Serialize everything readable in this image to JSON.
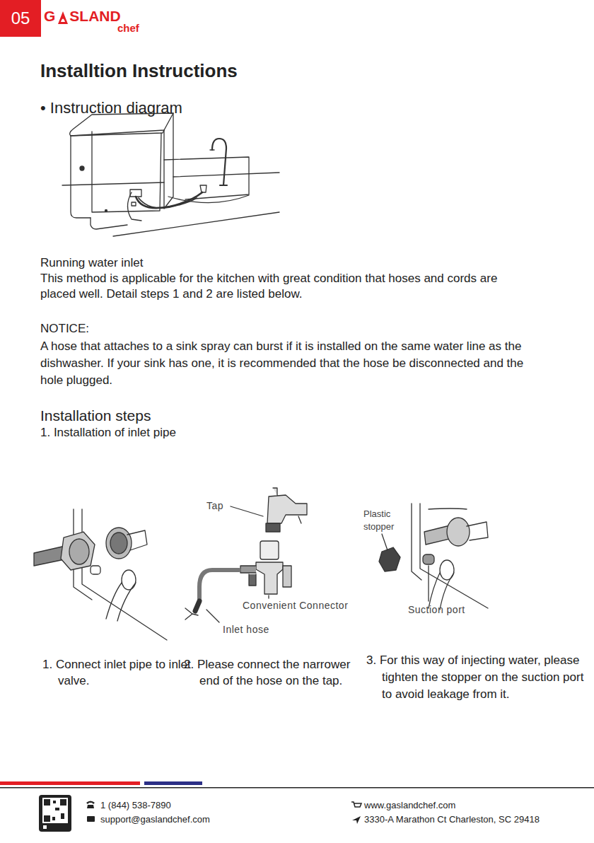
{
  "diagram": {
    "title": "Installtion Instructions",
    "nodes": [
      {
        "text": [
          "05"
        ]
      }
    ],
    "labels": [
      "G",
      "SLAND",
      "chef",
      "• Instruction diagram",
      "Running water inlet",
      "This method is applicable for the kitchen with great condition that hoses and cords are placed well. Detail steps 1 and 2 are listed below.",
      "NOTICE:",
      "A hose that attaches to a sink spray can burst if it is installed on the same water line as the dishwasher. If your sink has one, it is recommended that the hose be disconnected and the hole plugged.",
      "Installation steps",
      "1. Installation of inlet pipe",
      "Tap",
      "Convenient Connector",
      "Inlet hose",
      "Plastic stopper",
      "Suction port",
      "1. Connect inlet pipe to inlet valve.",
      "2. Please connect the narrower end of the hose on the tap.",
      "3. For this way of injecting water, please tighten the stopper on the suction port to avoid leakage from it.",
      "1 (844) 538-7890",
      "support@gaslandchef.com",
      "www.gaslandchef.com",
      "3330-A Marathon Ct Charleston, SC 29418"
    ]
  }
}
